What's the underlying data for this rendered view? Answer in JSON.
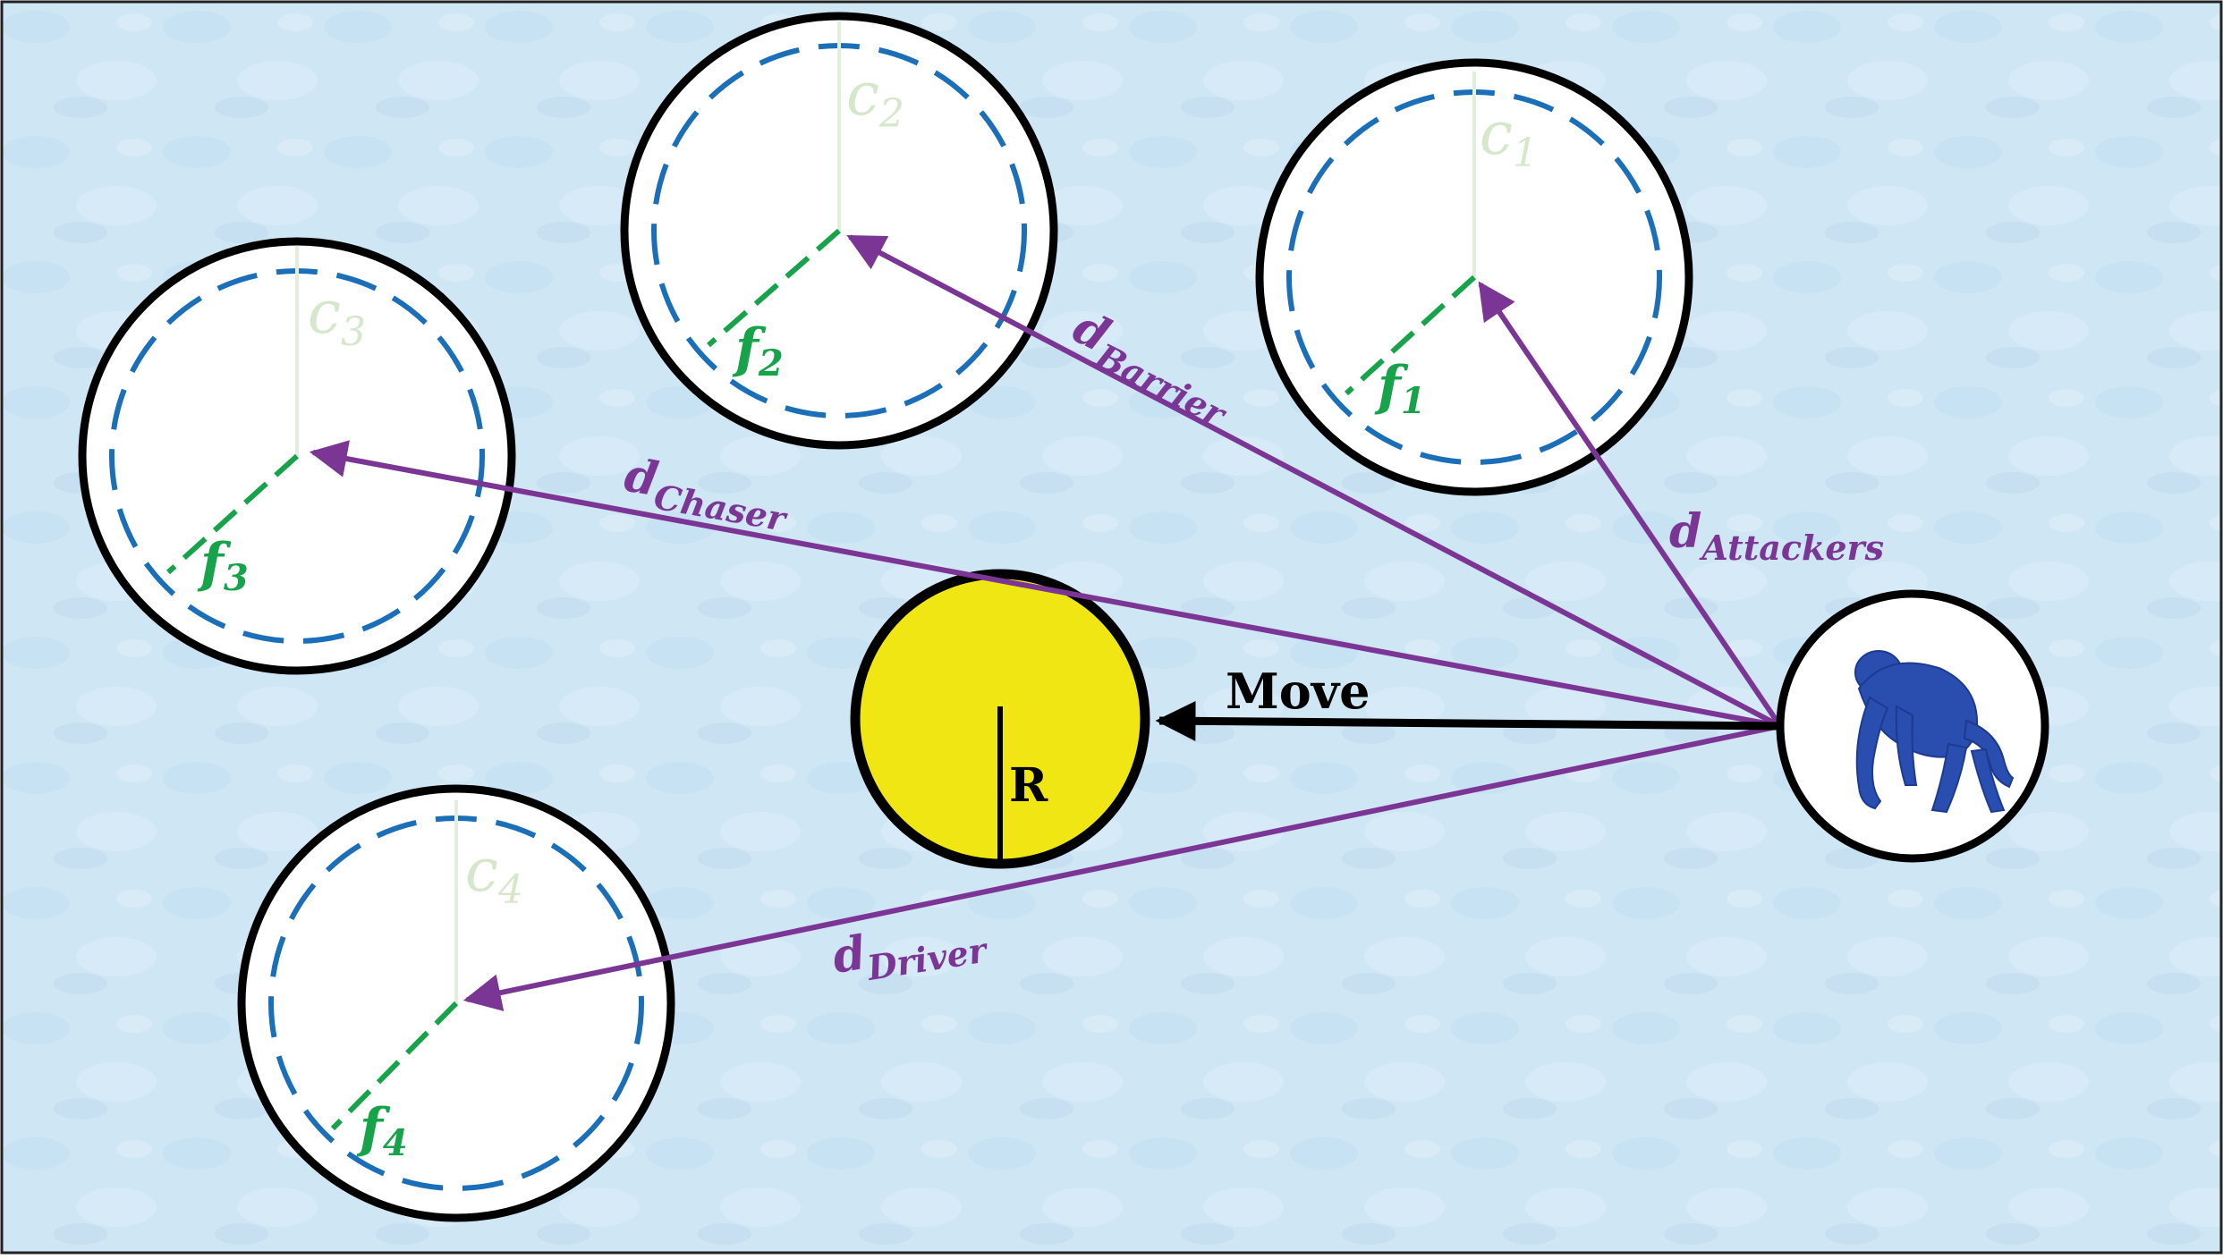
{
  "colors": {
    "background": "#cfe6f4",
    "background_mottle": "#b9d9ee",
    "frame": "#222222",
    "circle_outline": "#000000",
    "dashed_ring": "#1a6fb8",
    "c_axis": "#e2eedb",
    "c_label": "#d6e7cc",
    "f_line": "#16a34a",
    "f_label": "#16a34a",
    "arrow_purple": "#7b3594",
    "prey_fill": "#f0e614",
    "move_arrow": "#000000",
    "chimp": "#2a4db0"
  },
  "stations": [
    {
      "id": "c1",
      "c_label": "c",
      "c_sub": "1",
      "f_label": "f",
      "f_sub": "1"
    },
    {
      "id": "c2",
      "c_label": "c",
      "c_sub": "2",
      "f_label": "f",
      "f_sub": "2"
    },
    {
      "id": "c3",
      "c_label": "c",
      "c_sub": "3",
      "f_label": "f",
      "f_sub": "3"
    },
    {
      "id": "c4",
      "c_label": "c",
      "c_sub": "4",
      "f_label": "f",
      "f_sub": "4"
    }
  ],
  "distances": {
    "barrier": {
      "main": "d",
      "sub": "Barrier"
    },
    "chaser": {
      "main": "d",
      "sub": "Chaser"
    },
    "attackers": {
      "main": "d",
      "sub": "Attackers"
    },
    "driver": {
      "main": "d",
      "sub": "Driver"
    }
  },
  "prey": {
    "radius_label": "R"
  },
  "move": {
    "label": "Move"
  },
  "chimp": {
    "icon": "chimpanzee-icon"
  }
}
